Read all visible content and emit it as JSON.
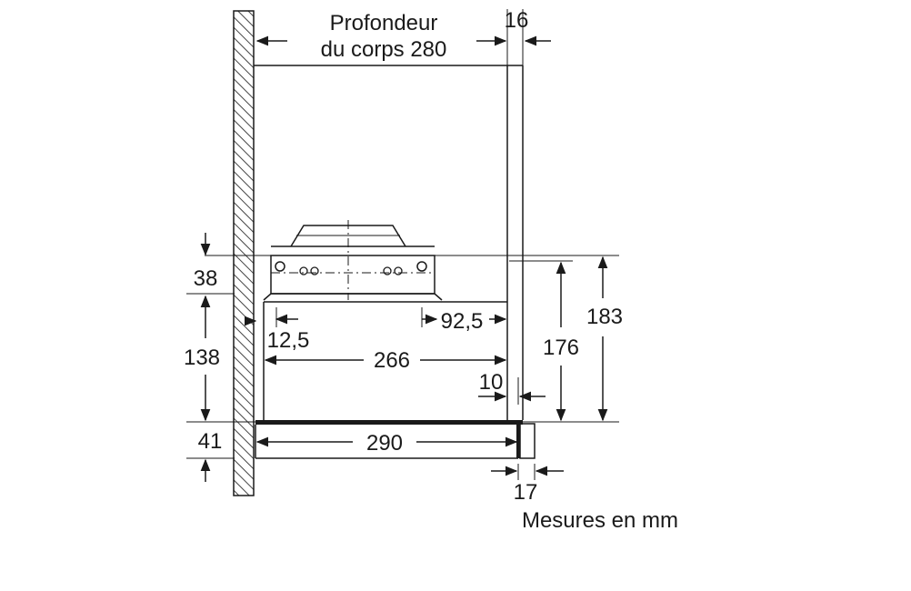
{
  "labels": {
    "body_depth_line1": "Profondeur",
    "body_depth_line2": "du corps 280",
    "front_panel": "16",
    "wall_gap": "38",
    "inner_height": "138",
    "bottom_height": "41",
    "inner_offset": "12,5",
    "right_offset": "92,5",
    "inner_width": "266",
    "front_gap": "10",
    "total_width": "290",
    "lip": "17",
    "height_176": "176",
    "height_183": "183",
    "units_note": "Mesures en mm"
  },
  "colors": {
    "ink": "#1a1a1a",
    "hatch": "#444444",
    "background": "#ffffff"
  }
}
